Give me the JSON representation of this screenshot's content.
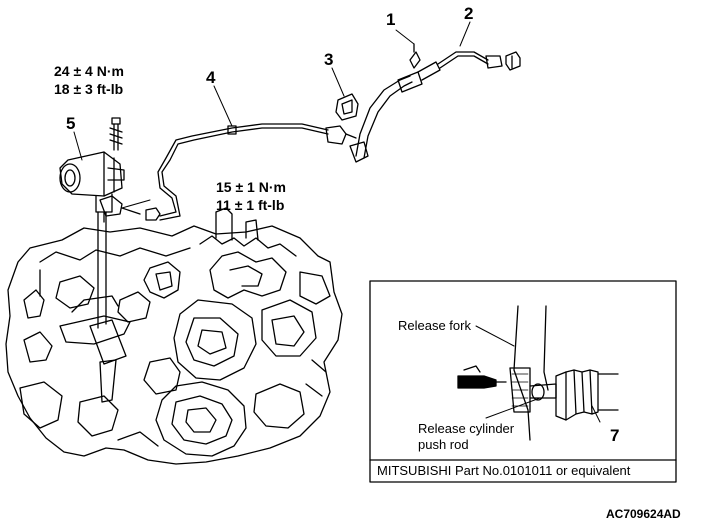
{
  "callouts": [
    "1",
    "2",
    "3",
    "4",
    "5",
    "7"
  ],
  "torque_top": {
    "metric": "24 ± 4 N·m",
    "imperial": "18 ± 3 ft-lb"
  },
  "torque_mid": {
    "metric": "15 ± 1 N·m",
    "imperial": "11 ± 1 ft-lb"
  },
  "inset": {
    "release_fork": "Release fork",
    "push_rod_line1": "Release cylinder",
    "push_rod_line2": "push rod",
    "grease_note": "MITSUBISHI Part No.0101011 or equivalent"
  },
  "figure_code": "AC709624AD"
}
